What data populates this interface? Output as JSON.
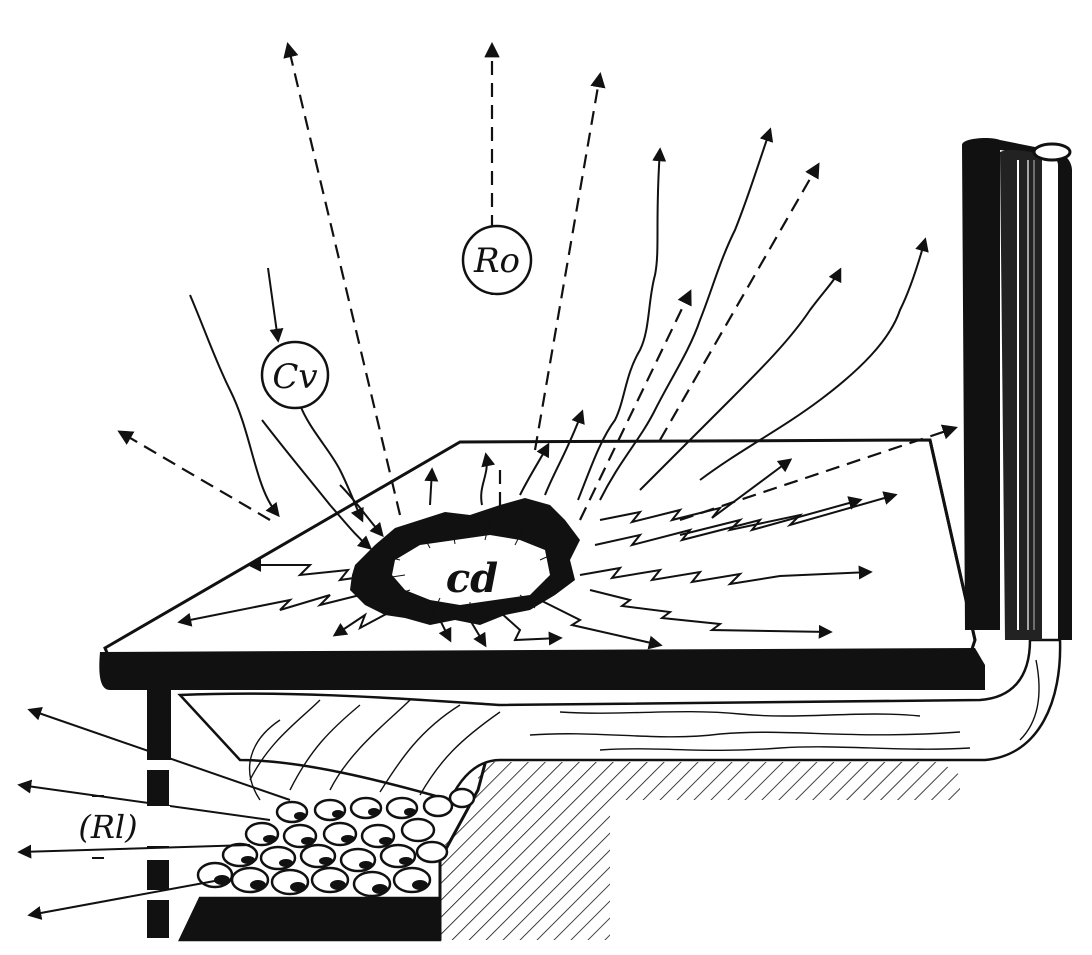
{
  "labels": {
    "ro": "Ro",
    "cv": "Cv",
    "cd": "cd",
    "rl": "(Rl)"
  },
  "colors": {
    "ink": "#111111",
    "paper": "#ffffff"
  }
}
